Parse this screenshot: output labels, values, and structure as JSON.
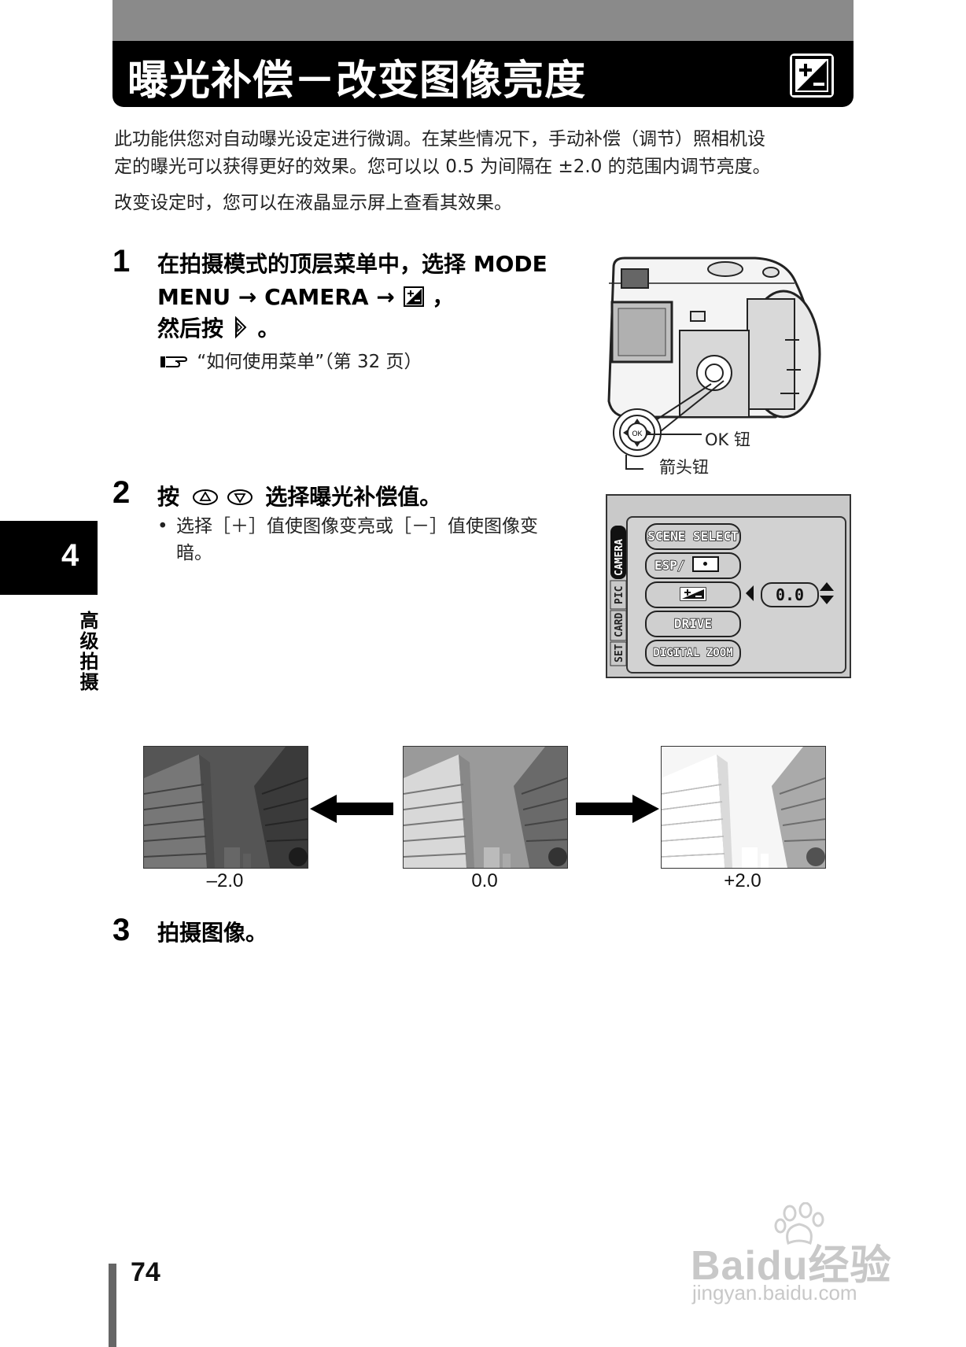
{
  "header": {
    "title": "曝光补偿－改变图像亮度",
    "icon": "exposure-compensation-icon"
  },
  "intro": {
    "line1": "此功能供您对自动曝光设定进行微调。在某些情况下，手动补偿（调节）照相机设",
    "line2": "定的曝光可以获得更好的效果。您可以以 0.5 为间隔在 ±2.0 的范围内调节亮度。",
    "line3": "改变设定时，您可以在液晶显示屏上查看其效果。"
  },
  "step1": {
    "number": "1",
    "line1": "在拍摄模式的顶层菜单中，选择 MODE",
    "line2a": "MENU",
    "arrow1": "→",
    "line2b": "CAMERA",
    "arrow2": "→",
    "line2c": "，",
    "line3a": "然后按",
    "line3b": "。",
    "ref": "“如何使用菜单”（第 32 页）"
  },
  "camera_callouts": {
    "ok": "OK 钮",
    "arrow": "箭头钮"
  },
  "step2": {
    "number": "2",
    "label_a": "按",
    "label_b": "选择曝光补偿值。",
    "bullet_line1": "选择［＋］值使图像变亮或［－］值使图像变",
    "bullet_line2": "暗。",
    "bullet_marker": "•"
  },
  "lcd_menu": {
    "tabs": [
      "CAMERA",
      "PIC",
      "CARD",
      "SET"
    ],
    "items": [
      "SCENE SELECT",
      "ESP/",
      "",
      "DRIVE",
      "DIGITAL ZOOM"
    ],
    "value": "0.0"
  },
  "photos": [
    {
      "label": "–2.0",
      "brightness": 0.55
    },
    {
      "label": "0.0",
      "brightness": 1.0
    },
    {
      "label": "+2.0",
      "brightness": 1.6
    }
  ],
  "step3": {
    "number": "3",
    "text": "拍摄图像。"
  },
  "side_tab": {
    "number": "4",
    "label": "高级拍摄"
  },
  "footer": {
    "page_number": "74"
  },
  "watermark": {
    "brand": "Baidu经验",
    "url": "jingyan.baidu.com"
  }
}
